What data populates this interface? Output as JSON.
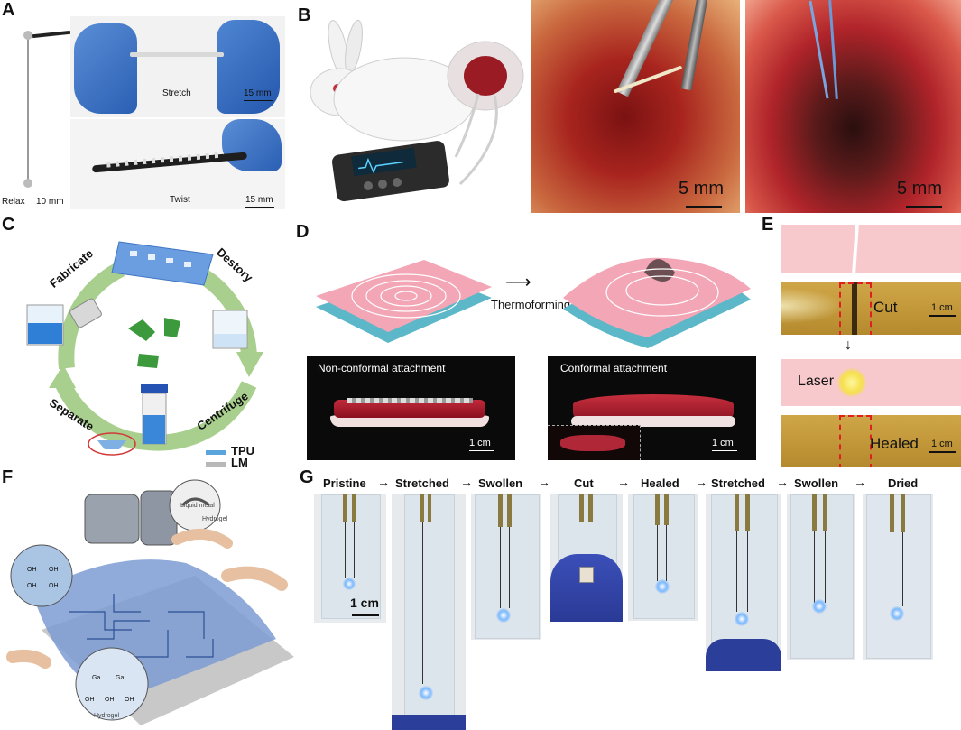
{
  "panels": {
    "a": "A",
    "b": "B",
    "c": "C",
    "d": "D",
    "e": "E",
    "f": "F",
    "g": "G"
  },
  "panel_a": {
    "stretch": "Stretch",
    "twist": "Twist",
    "relax": "Relax",
    "scale_relax": "10 mm",
    "scale_stretch": "15 mm",
    "scale_twist": "15 mm"
  },
  "panel_b": {
    "scale1": "5 mm",
    "scale2": "5 mm"
  },
  "panel_c": {
    "fabricate": "Fabricate",
    "destory": "Destory",
    "separate": "Separate",
    "centrifuge": "Centrifuge",
    "legend_tpu": "TPU",
    "legend_lm": "LM",
    "tpu_color": "#5aa6dc",
    "lm_color": "#b8b8b8"
  },
  "panel_d": {
    "thermoforming": "Thermoforming",
    "nonconformal": "Non-conformal  attachment",
    "conformal": "Conformal attachment",
    "scale1": "1 cm",
    "scale2": "1 cm"
  },
  "panel_e": {
    "cut": "Cut",
    "laser": "Laser",
    "healed": "Healed",
    "scale1": "1 cm",
    "scale2": "1 cm"
  },
  "panel_f": {
    "liquid_metal": "Liquid metal",
    "hydrogel": "Hydrogel",
    "oh": "OH",
    "ga": "Ga"
  },
  "panel_g": {
    "stages": [
      "Pristine",
      "Stretched",
      "Swollen",
      "Cut",
      "Healed",
      "Stretched",
      "Swollen",
      "Dried"
    ],
    "scale": "1 cm"
  }
}
